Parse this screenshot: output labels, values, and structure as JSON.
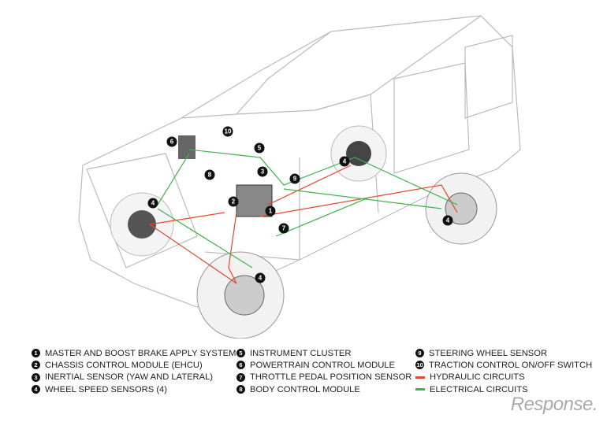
{
  "callouts": [
    "6",
    "10",
    "5",
    "3",
    "8",
    "9",
    "2",
    "1",
    "7",
    "4",
    "4",
    "4",
    "4"
  ],
  "legend": {
    "col1": [
      {
        "n": "1",
        "label": "MASTER AND BOOST BRAKE APPLY SYSTEM"
      },
      {
        "n": "2",
        "label": "CHASSIS CONTROL MODULE (EHCU)"
      },
      {
        "n": "3",
        "label": "INERTIAL SENSOR (YAW AND LATERAL)"
      },
      {
        "n": "4",
        "label": "WHEEL SPEED SENSORS (4)"
      }
    ],
    "col2": [
      {
        "n": "5",
        "label": "INSTRUMENT CLUSTER"
      },
      {
        "n": "6",
        "label": "POWERTRAIN CONTROL MODULE"
      },
      {
        "n": "7",
        "label": "THROTTLE PEDAL POSITION SENSOR"
      },
      {
        "n": "8",
        "label": "BODY CONTROL MODULE"
      }
    ],
    "col3": [
      {
        "n": "9",
        "label": "STEERING WHEEL SENSOR"
      },
      {
        "n": "10",
        "label": "TRACTION CONTROL ON/OFF SWITCH"
      },
      {
        "label": "HYDRAULIC CIRCUITS"
      },
      {
        "label": "ELECTRICAL CIRCUITS"
      }
    ]
  },
  "colors": {
    "hydraulic": "#e8452c",
    "electrical": "#3cb54a"
  },
  "brand": "Response."
}
